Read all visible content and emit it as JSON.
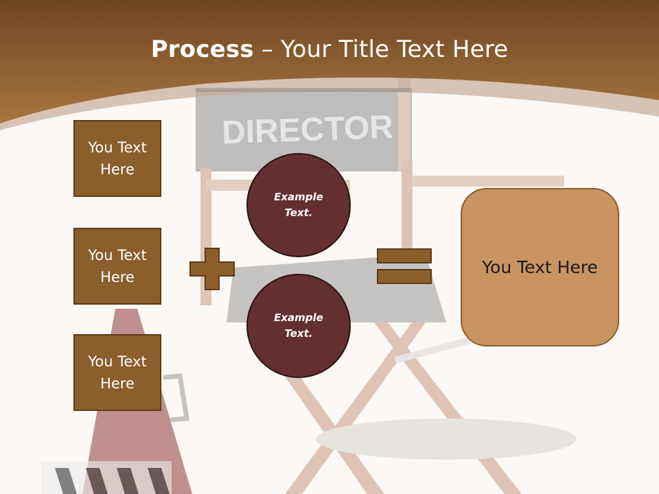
{
  "title": {
    "bold": "Process",
    "rest": " – Your Title Text Here"
  },
  "chair_label": "DIRECTOR",
  "side_boxes": [
    "You Text Here",
    "You Text Here",
    "You Text Here"
  ],
  "circles": [
    "Example Text.",
    "Example Text."
  ],
  "result": "You Text Here",
  "icons": {
    "plus": "plus-icon",
    "equals": "equals-icon"
  },
  "colors": {
    "header": "#8b5a2b",
    "box_fill": "#8b5e2b",
    "circle_fill": "#642f32",
    "result_fill": "#c99462",
    "operator_fill": "#8b5e2b"
  }
}
